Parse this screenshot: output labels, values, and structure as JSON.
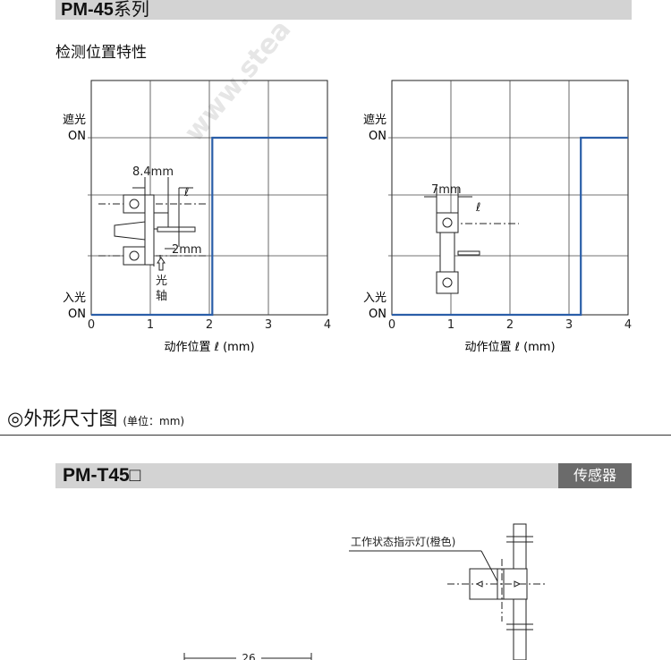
{
  "series_header": {
    "model": "PM-45",
    "suffix": "系列"
  },
  "section_title": "检测位置特性",
  "chart_data": [
    {
      "type": "line",
      "title": "",
      "xlabel": "动作位置 ℓ (mm)",
      "x_ticks": [
        "0",
        "1",
        "2",
        "3",
        "4"
      ],
      "y_levels": [
        {
          "label_top": "遮光",
          "label_bottom": "ON",
          "state": "blocked"
        },
        {
          "label_top": "入光",
          "label_bottom": "ON",
          "state": "light"
        }
      ],
      "xlim": [
        0,
        4
      ],
      "grid": true,
      "series_color": "#2a5ea8",
      "step_x": 2.05,
      "points": [
        [
          0,
          0
        ],
        [
          2.05,
          0
        ],
        [
          2.05,
          1
        ],
        [
          4,
          1
        ]
      ],
      "inset": {
        "dim_label": "8.4mm",
        "ell": "ℓ",
        "gap_label": "2mm",
        "axis_label_1": "光",
        "axis_label_2": "轴"
      }
    },
    {
      "type": "line",
      "title": "",
      "xlabel": "动作位置 ℓ (mm)",
      "x_ticks": [
        "0",
        "1",
        "2",
        "3",
        "4"
      ],
      "y_levels": [
        {
          "label_top": "遮光",
          "label_bottom": "ON",
          "state": "blocked"
        },
        {
          "label_top": "入光",
          "label_bottom": "ON",
          "state": "light"
        }
      ],
      "xlim": [
        0,
        4
      ],
      "grid": true,
      "series_color": "#2a5ea8",
      "step_x": 3.2,
      "points": [
        [
          0,
          0
        ],
        [
          3.2,
          0
        ],
        [
          3.2,
          1
        ],
        [
          4,
          1
        ]
      ],
      "inset": {
        "dim_label": "7mm",
        "ell": "ℓ"
      }
    }
  ],
  "dims_heading": {
    "symbol": "◎",
    "title": "外形尺寸图",
    "unit": "(单位：mm)"
  },
  "model_bar": {
    "title": "PM-T45□",
    "badge": "传感器"
  },
  "drawing": {
    "indicator_label": "工作状态指示灯(橙色)",
    "dim_26": "26"
  },
  "watermark": "www.stea"
}
